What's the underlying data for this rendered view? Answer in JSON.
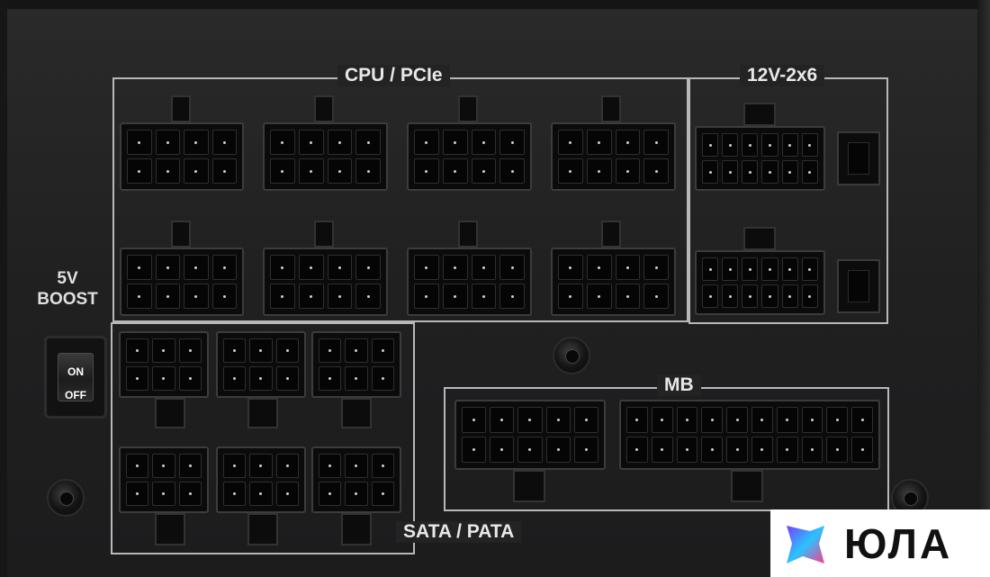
{
  "labels": {
    "cpu_pcie": "CPU / PCIe",
    "high_power": "12V-2x6",
    "mb": "MB",
    "sata_pata": "SATA / PATA",
    "boost_line1": "5V",
    "boost_line2": "BOOST",
    "switch_on": "ON",
    "switch_off": "OFF"
  },
  "connectors": {
    "cpu_pcie_count": 8,
    "high_power_count": 2,
    "sata_pata_count": 6,
    "mb_count": 2
  },
  "watermark": {
    "text": "ЮЛА",
    "colors": [
      "#7a3cff",
      "#29c3ff",
      "#ff3c8c"
    ]
  }
}
